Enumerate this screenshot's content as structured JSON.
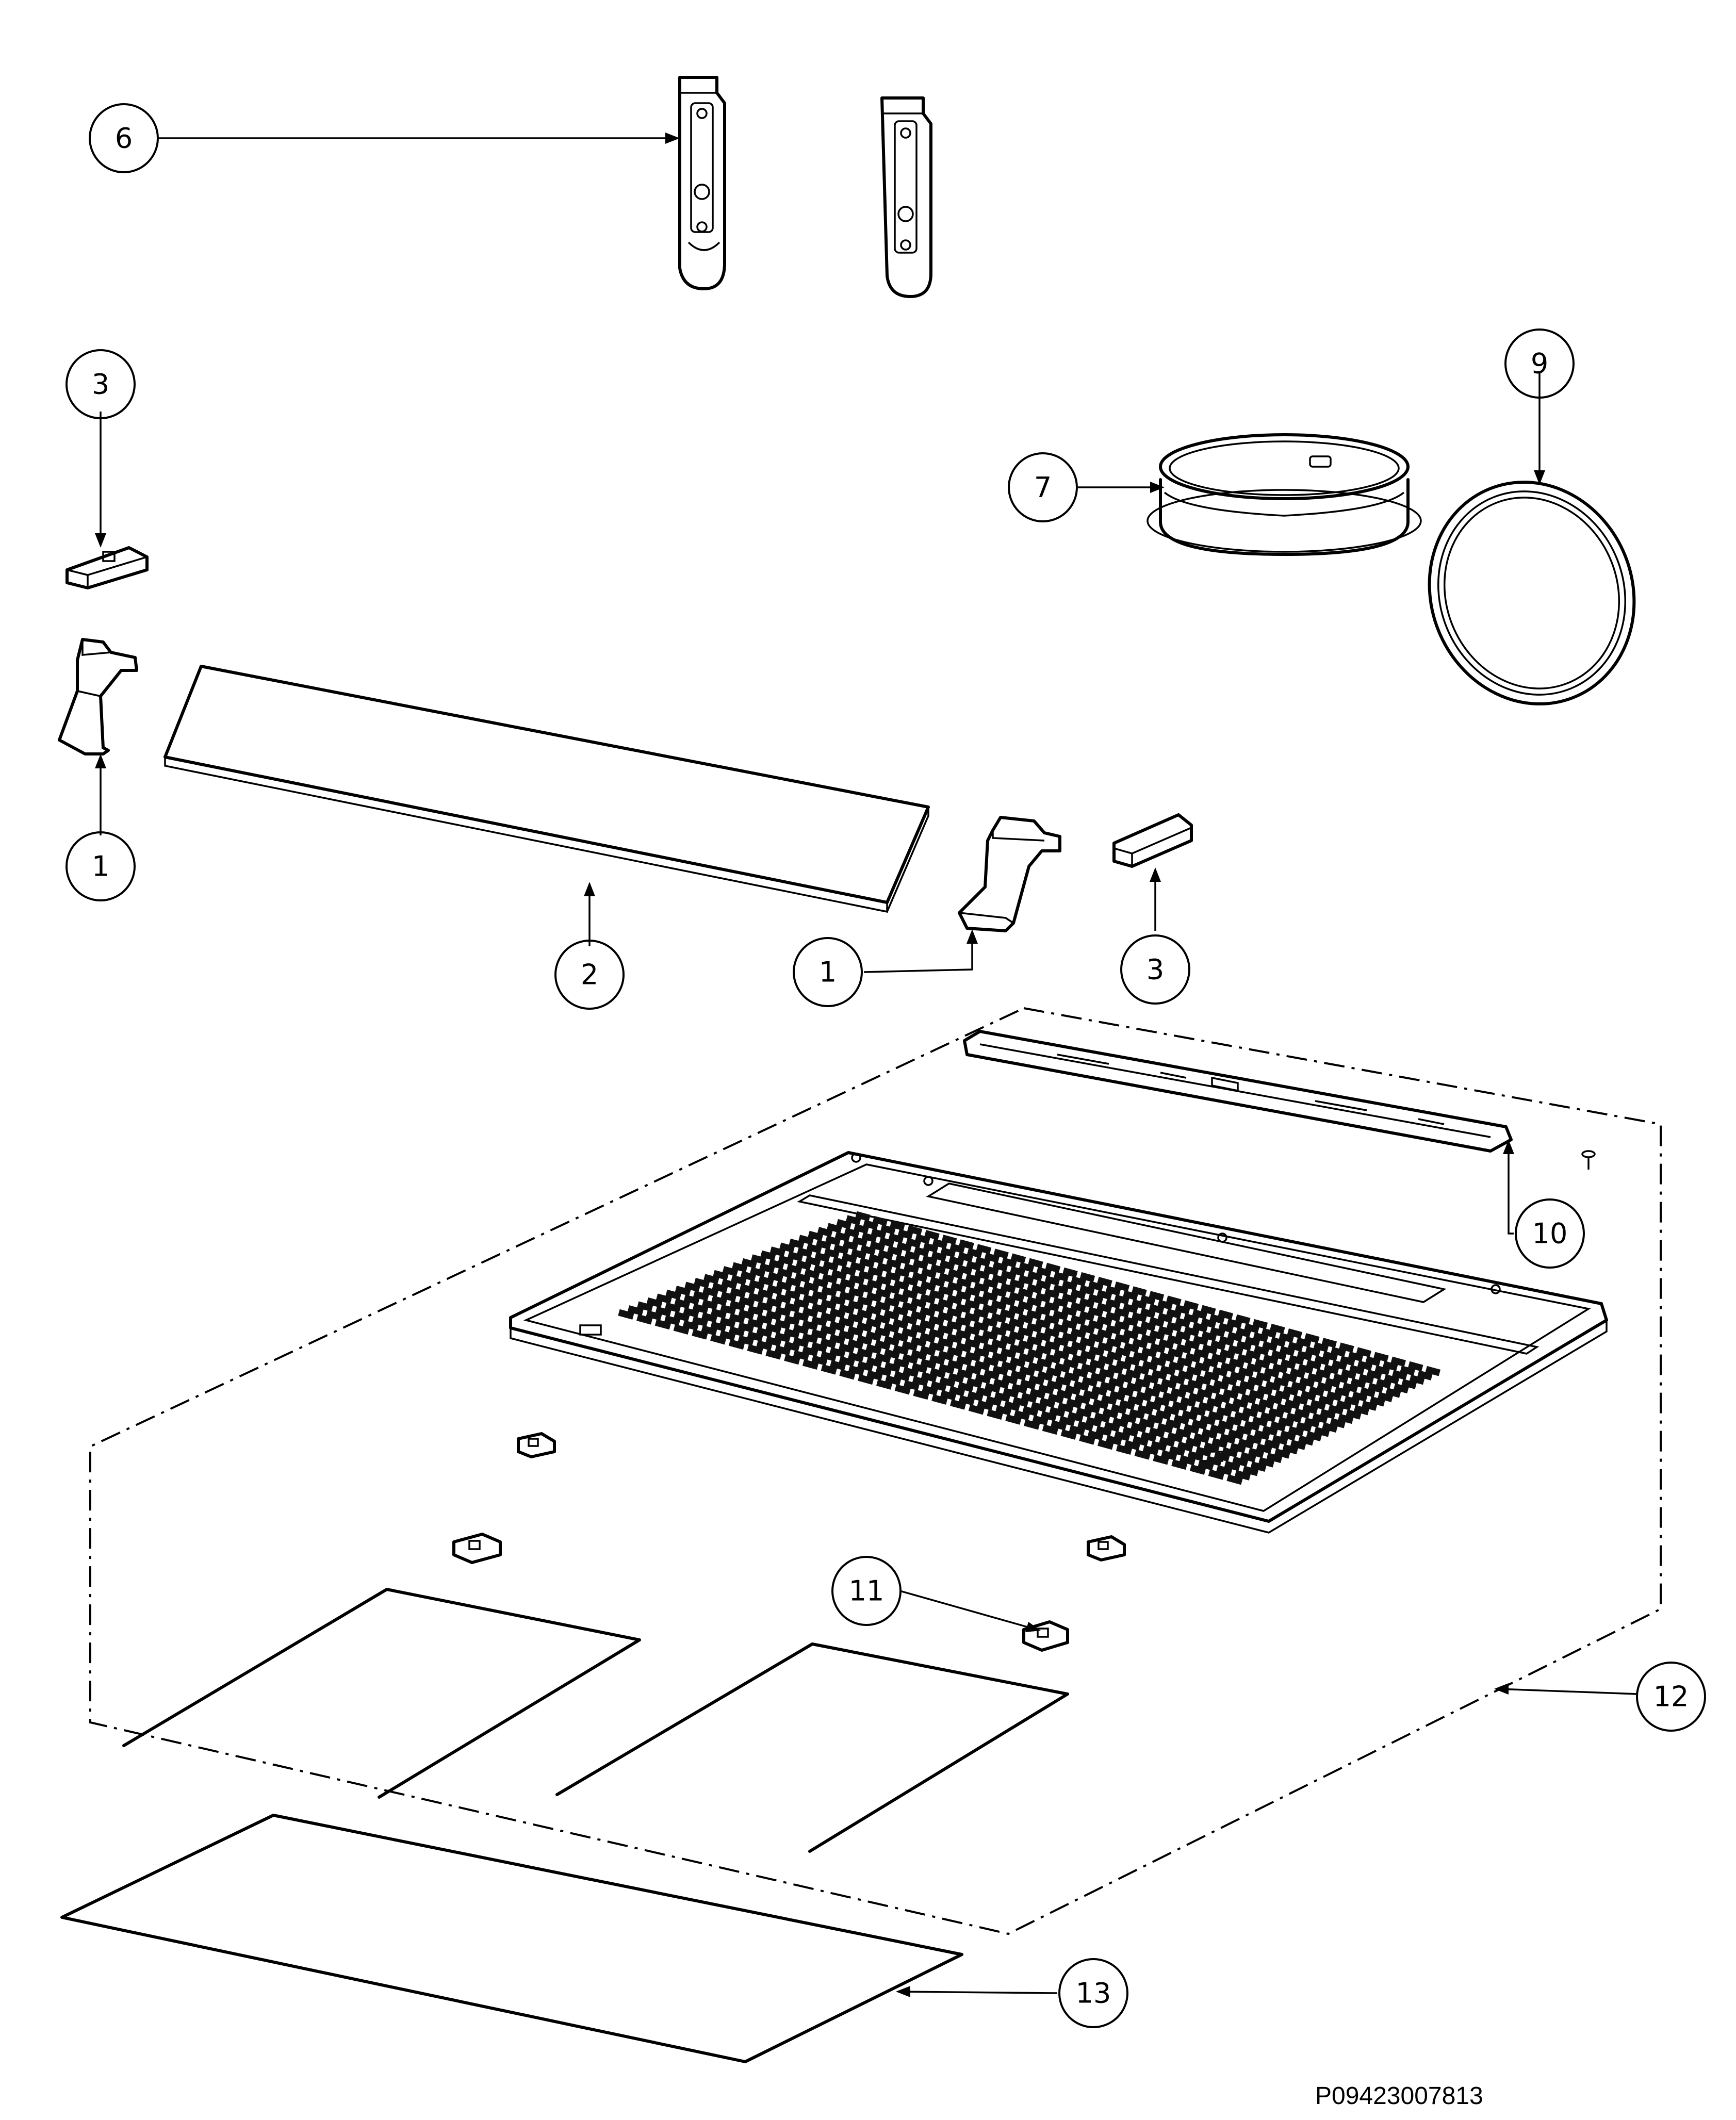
{
  "callouts": [
    {
      "id": "c6a",
      "label": "6"
    },
    {
      "id": "c3a",
      "label": "3"
    },
    {
      "id": "c7",
      "label": "7"
    },
    {
      "id": "c9",
      "label": "9"
    },
    {
      "id": "c1a",
      "label": "1"
    },
    {
      "id": "c2",
      "label": "2"
    },
    {
      "id": "c1b",
      "label": "1"
    },
    {
      "id": "c3b",
      "label": "3"
    },
    {
      "id": "c10",
      "label": "10"
    },
    {
      "id": "c11",
      "label": "11"
    },
    {
      "id": "c12",
      "label": "12"
    },
    {
      "id": "c13",
      "label": "13"
    }
  ],
  "document_number": "P09423007813",
  "colors": {
    "line": "#000000",
    "background": "#ffffff",
    "grille": "#111111"
  }
}
